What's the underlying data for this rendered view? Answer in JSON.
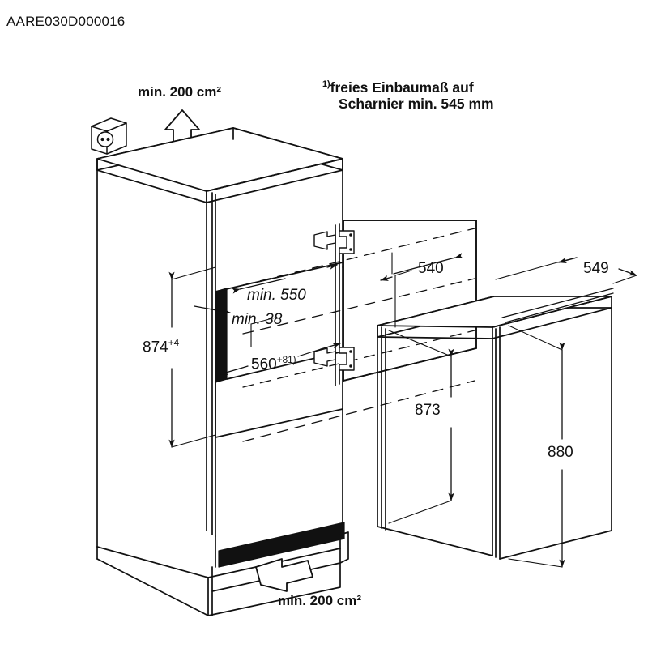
{
  "document": {
    "id": "AARE030D000016",
    "type": "installation-diagram",
    "subject": "built-in refrigerator niche installation drawing",
    "language": "de",
    "units": "mm",
    "line_color": "#111111",
    "fill_color": "#000000",
    "background": "#ffffff"
  },
  "annotations": {
    "vent_top": "min. 200 cm²",
    "vent_bottom": "min. 200 cm²",
    "hinge_note_line1": "freies Einbaumaß auf",
    "hinge_note_line2": "Scharnier min. 545 mm",
    "hinge_note_marker": "1)"
  },
  "dimensions": {
    "niche_height": {
      "value": "874",
      "tolerance": "+4",
      "label": "874+4"
    },
    "niche_depth_min": {
      "label": "min. 550"
    },
    "gap_min": {
      "label": "min. 38"
    },
    "niche_width": {
      "value": "560",
      "tolerance": "+8",
      "footnote": "1)",
      "label": "560+81)"
    },
    "appliance_depth": {
      "label": "540"
    },
    "appliance_width": {
      "label": "549"
    },
    "appliance_body_height": {
      "label": "873"
    },
    "appliance_door_height": {
      "label": "880"
    }
  },
  "icons": {
    "socket": "power-socket-icon",
    "arrow_up": "ventilation-arrow-up-icon",
    "arrow_in": "ventilation-arrow-in-icon",
    "hinge": "door-hinge-icon"
  },
  "chart_data": {
    "type": "diagram",
    "title": "AARE030D000016",
    "projection": "isometric",
    "objects": [
      {
        "name": "kitchen-cabinet-niche",
        "position": "left"
      },
      {
        "name": "cabinet-door-open",
        "position": "center"
      },
      {
        "name": "appliance-body",
        "position": "right"
      },
      {
        "name": "appliance-door",
        "position": "right"
      },
      {
        "name": "wall-socket",
        "position": "top-left"
      }
    ],
    "measurements": [
      {
        "label": "874+4",
        "axis": "vertical",
        "target": "niche-height"
      },
      {
        "label": "min. 550",
        "axis": "depth",
        "target": "niche-depth"
      },
      {
        "label": "min. 38",
        "axis": "depth",
        "target": "rear-gap"
      },
      {
        "label": "560+81)",
        "axis": "width",
        "target": "niche-width"
      },
      {
        "label": "540",
        "axis": "depth",
        "target": "appliance-depth"
      },
      {
        "label": "549",
        "axis": "width",
        "target": "appliance-width"
      },
      {
        "label": "873",
        "axis": "vertical",
        "target": "appliance-body-height"
      },
      {
        "label": "880",
        "axis": "vertical",
        "target": "appliance-door-height"
      },
      {
        "label": "min. 200 cm2",
        "axis": "area",
        "target": "top-ventilation"
      },
      {
        "label": "min. 200 cm2",
        "axis": "area",
        "target": "base-ventilation"
      }
    ]
  }
}
